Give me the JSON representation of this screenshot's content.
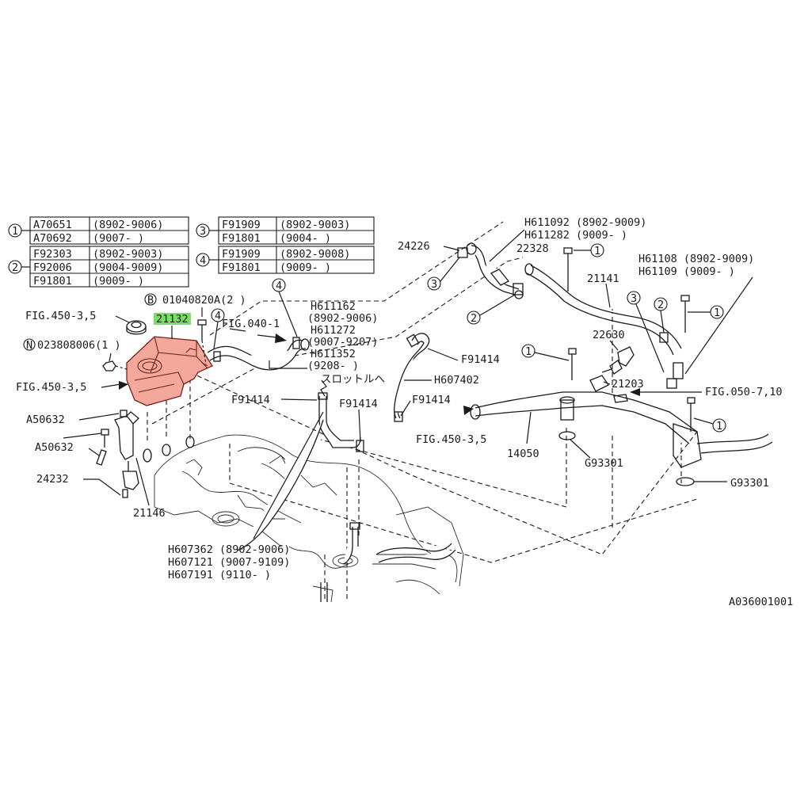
{
  "legend": {
    "g1": {
      "marker": "1",
      "rows": [
        [
          "A70651",
          "(8902-9006)"
        ],
        [
          "A70692",
          "(9007-    )"
        ]
      ]
    },
    "g2": {
      "marker": "2",
      "rows": [
        [
          "F92303",
          "(8902-9003)"
        ],
        [
          "F92006",
          "(9004-9009)"
        ],
        [
          "F91801",
          "(9009-    )"
        ]
      ]
    },
    "g3": {
      "marker": "3",
      "rows": [
        [
          "F91909",
          "(8902-9003)"
        ],
        [
          "F91801",
          "(9004-    )"
        ]
      ]
    },
    "g4": {
      "marker": "4",
      "rows": [
        [
          "F91909",
          "(8902-9008)"
        ],
        [
          "F91801",
          "(9009-    )"
        ]
      ]
    }
  },
  "labels": {
    "fig450_top": "FIG.450-3,5",
    "fig450_left": "FIG.450-3,5",
    "fig450_mid": "FIG.450-3,5",
    "fig040": "FIG.040-1",
    "fig050": "FIG.050-7,10",
    "b_bolt": "01040820A(2 )",
    "n_nut": "023808006(1 )",
    "p21132": "21132",
    "a50632_a": "A50632",
    "a50632_b": "A50632",
    "p24232": "24232",
    "p21146": "21146",
    "h611162": "H611162",
    "h611162_d": "(8902-9006)",
    "h611272": "H611272",
    "h611272_d": "(9007-9207)",
    "h611352": "H611352",
    "h611352_d": "(9208-    )",
    "throttle": "スロットルへ",
    "f91414_a": "F91414",
    "f91414_b": "F91414",
    "f91414_c": "F91414",
    "f91414_d": "F91414",
    "h607402": "H607402",
    "h611092": "H611092 (8902-9009)",
    "h611282": "H611282 (9009-    )",
    "p24226": "24226",
    "p22328": "22328",
    "p21141": "21141",
    "h61108": "H61108 (8902-9009)",
    "h61109": "H61109 (9009-    )",
    "p22630": "22630",
    "p21203": "21203",
    "p14050": "14050",
    "g93301_a": "G93301",
    "g93301_b": "G93301",
    "h607362": "H607362 (8902-9006)",
    "h607121": "H607121  (9007-9109)",
    "h607191": "H607191  (9110-    )",
    "ref": "A036001001"
  },
  "markers": {
    "one": "1",
    "two": "2",
    "three": "3",
    "four": "4",
    "b": "B",
    "n": "N"
  },
  "colors": {
    "highlight_part": "#f4a79b",
    "highlight_label": "#7ddb6a",
    "line": "#1a1a1a"
  }
}
